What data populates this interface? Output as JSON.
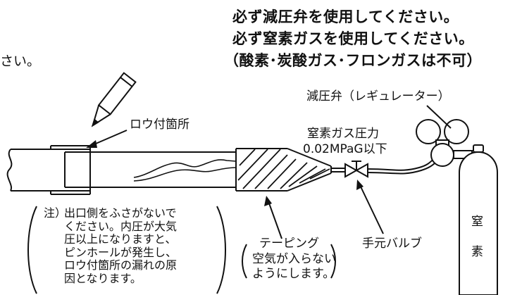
{
  "instructions": {
    "line1": "必ず減圧弁を使用してください。",
    "line2": "必ず窒素ガスを使用してください。",
    "line3": "（酸素･炭酸ガス･フロンガスは不可）"
  },
  "cut_text": "さい。",
  "labels": {
    "brazing_point": "ロウ付箇所",
    "regulator": "減圧弁（レギュレーター）",
    "nitrogen_pressure_title": "窒素ガス圧力",
    "nitrogen_pressure_value": "0.02MPaG以下",
    "taping": "テーピング",
    "taping_note_l1": "空気が入らない",
    "taping_note_l2": "ようにします。",
    "hand_valve": "手元バルブ",
    "cylinder_char1": "窒",
    "cylinder_char2": "素"
  },
  "note": {
    "prefix": "注）",
    "lines": [
      "出口側をふさがないで",
      "ください。内圧が大気",
      "圧以上になりますと、",
      "ピンホールが発生し、",
      "ロウ付箇所の漏れの原",
      "因となります。"
    ]
  }
}
